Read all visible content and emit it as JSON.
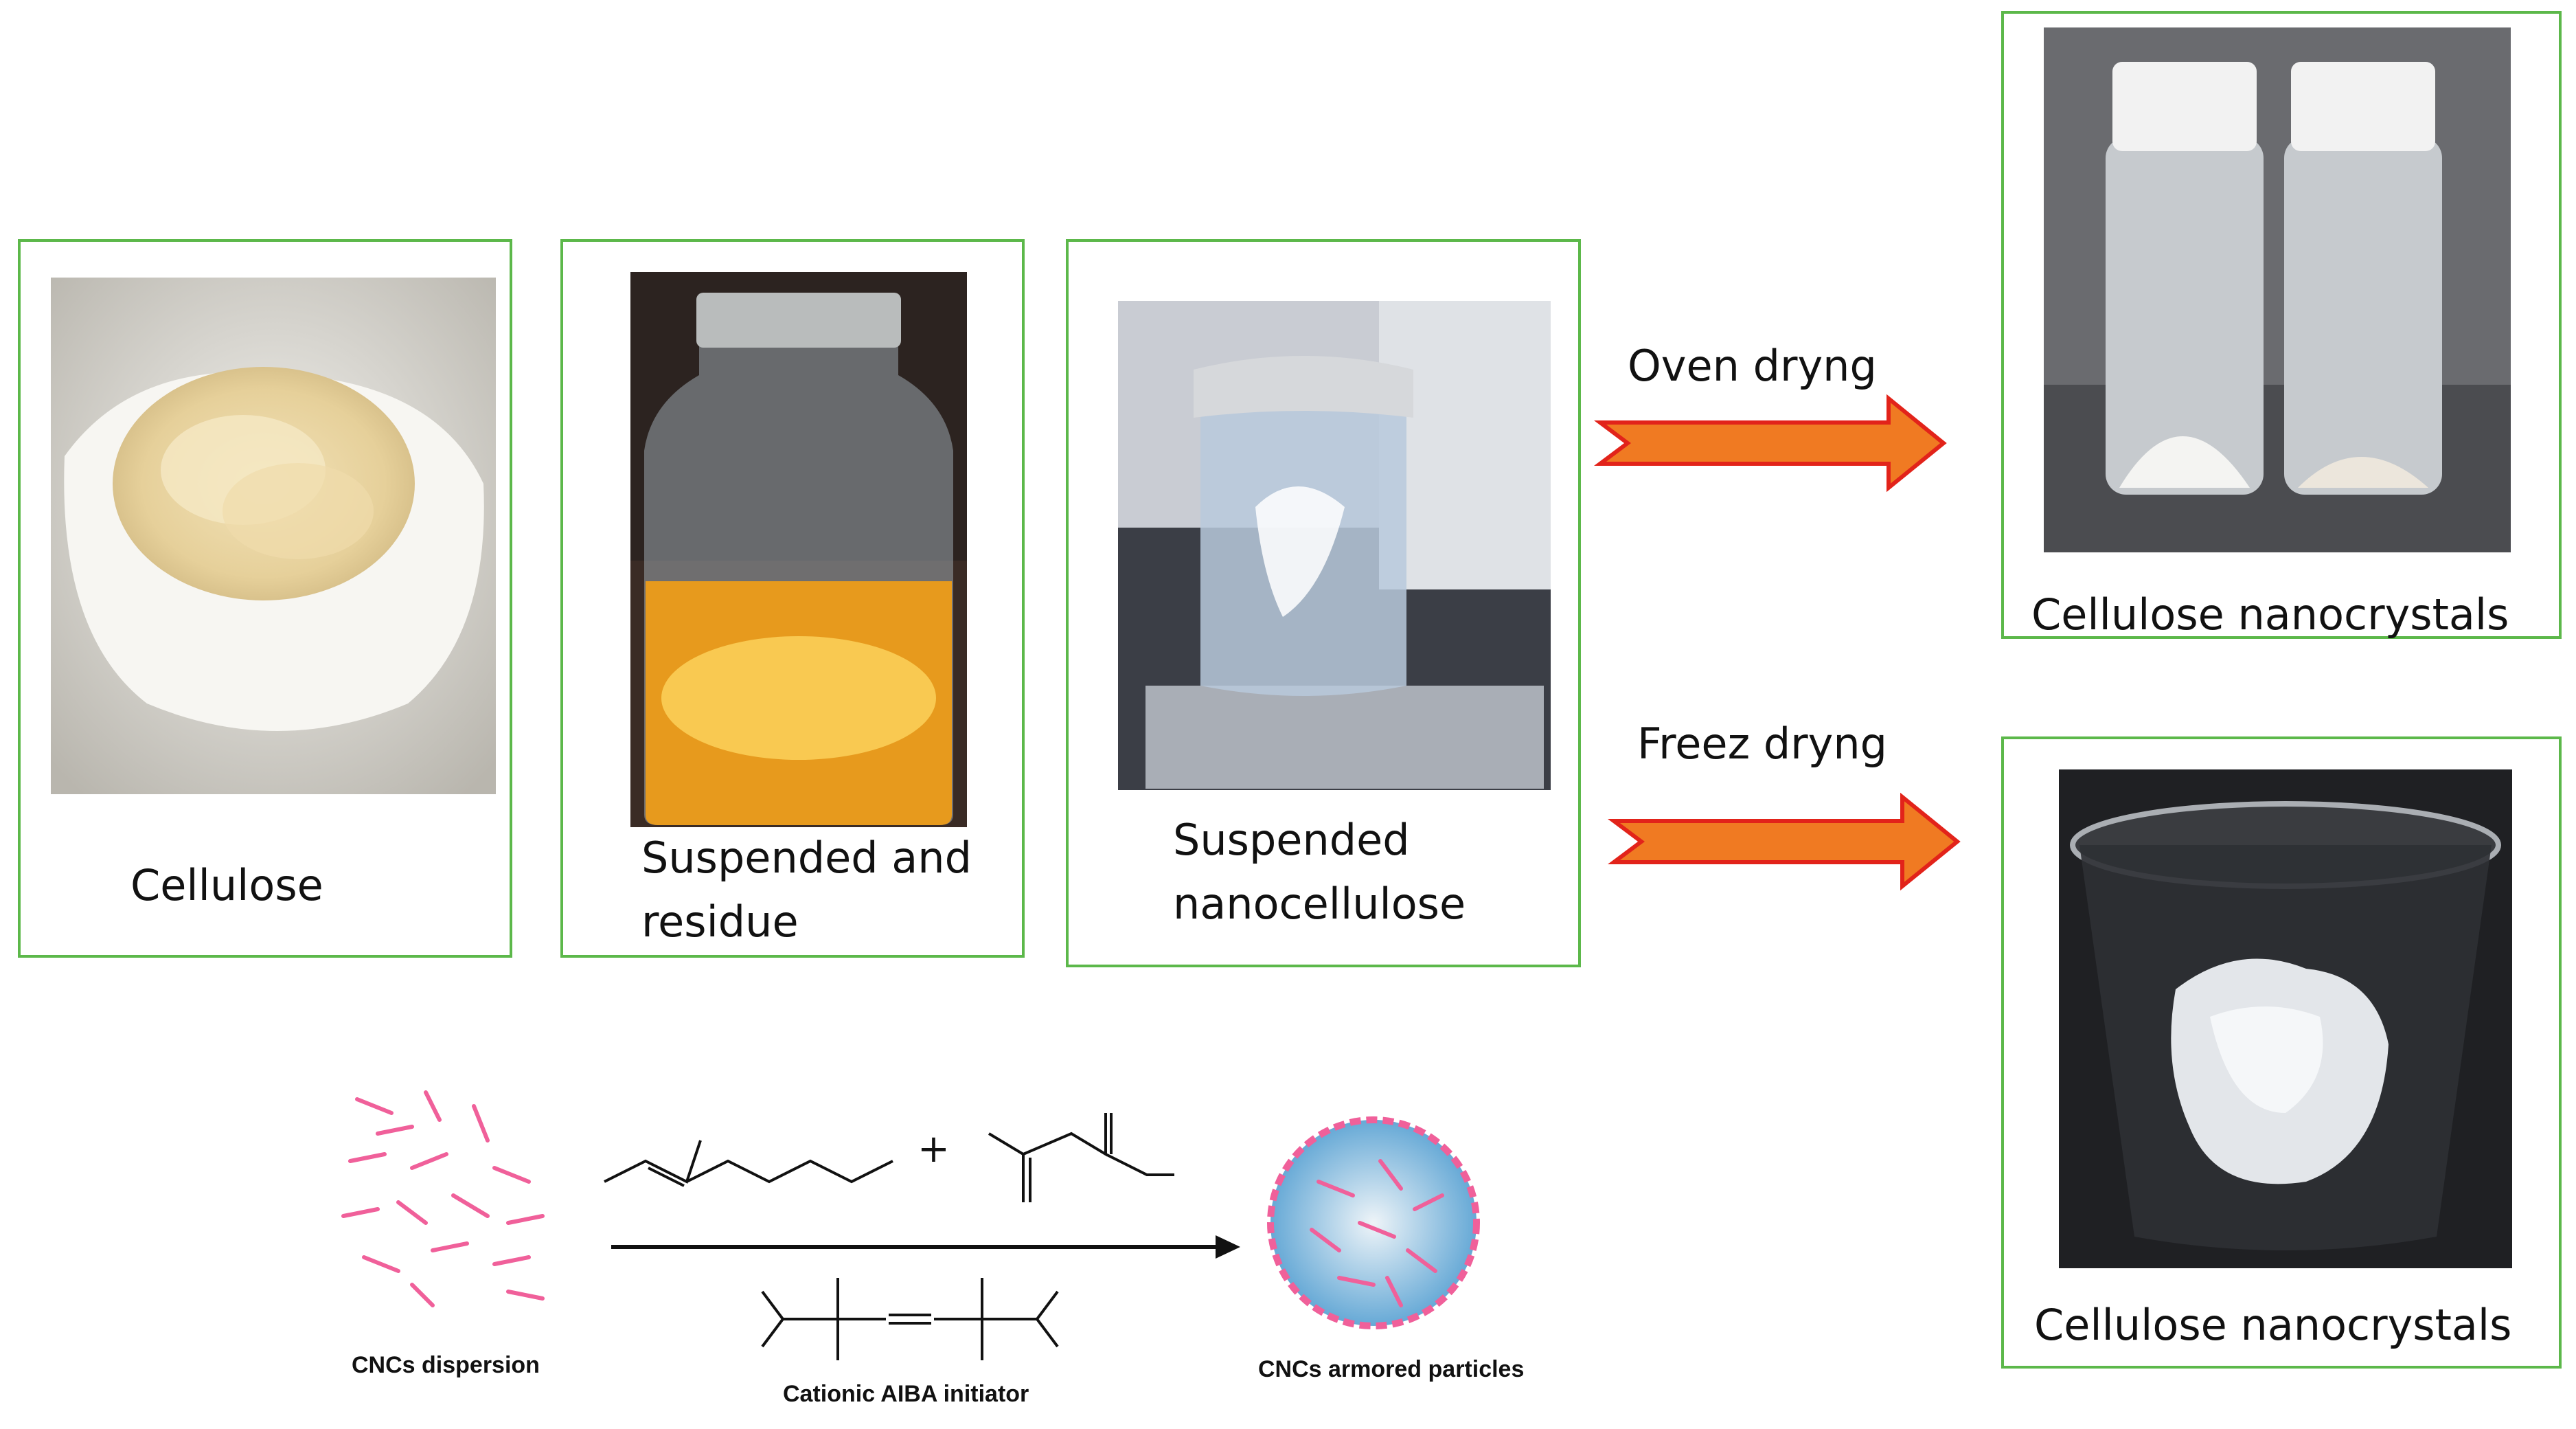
{
  "steps": [
    {
      "label": "Cellulose"
    },
    {
      "label_line1": "Suspended and",
      "label_line2": "residue"
    },
    {
      "label_line1": "Suspended",
      "label_line2": "nanocellulose"
    }
  ],
  "routes": [
    {
      "arrow_label": "Oven dryng",
      "product_label": "Cellulose nanocrystals"
    },
    {
      "arrow_label": "Freez dryng",
      "product_label": "Cellulose nanocrystals"
    }
  ],
  "reaction": {
    "reactant_label": "CNCs dispersion",
    "plus": "+",
    "initiator_label": "Cationic AIBA initiator",
    "product_label": "CNCs armored particles"
  },
  "colors": {
    "frame": "#5cb84a",
    "arrow_fill": "#f07a22",
    "arrow_stroke": "#e2231a",
    "cnc": "#f0609a"
  }
}
